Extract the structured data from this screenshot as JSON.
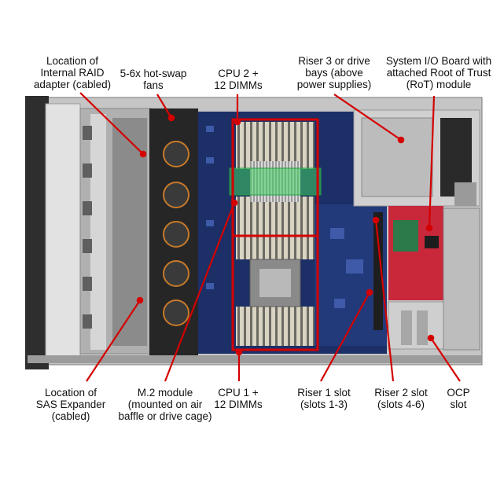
{
  "labels": {
    "raid": "Location of\nInternal RAID\nadapter (cabled)",
    "fans": "5-6x hot-swap\nfans",
    "cpu2": "CPU 2 +\n12 DIMMs",
    "riser3": "Riser 3 or drive\nbays (above\npower supplies)",
    "sysio": "System I/O Board with\nattached Root of Trust\n(RoT) module",
    "sas": "Location of\nSAS Expander\n(cabled)",
    "m2": "M.2 module\n(mounted on air\nbaffle or drive cage)",
    "cpu1": "CPU 1 +\n12 DIMMs",
    "riser1": "Riser 1 slot\n(slots 1-3)",
    "riser2": "Riser 2 slot\n(slots 4-6)",
    "ocp": "OCP\nslot"
  },
  "colors": {
    "callout": "#d40000",
    "highlight_green": "#3fd060",
    "board": "#1c2f66",
    "chassis": "#b8b8b8"
  }
}
